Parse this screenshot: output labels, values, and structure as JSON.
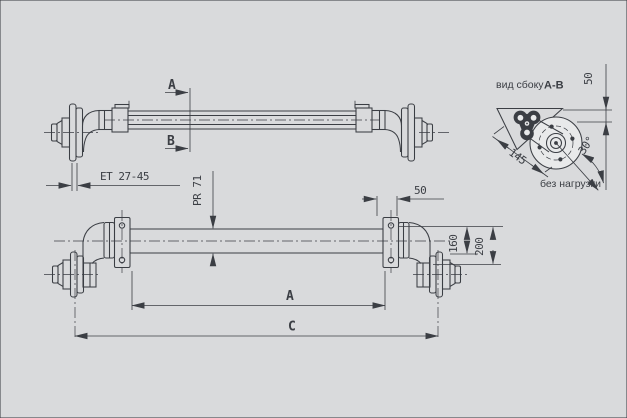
{
  "drawing": {
    "background_color": "#e8e9ea",
    "line_color": "#3b3e44",
    "top_view": {
      "section_label_a": "A",
      "section_label_b": "B",
      "wheel_offset_dim": "ET 27-45"
    },
    "front_view": {
      "tube_profile_dim": "PR 71",
      "plate_width_dim": "50",
      "height_dim_160": "160",
      "height_dim_200": "200",
      "mount_span_label": "A",
      "overall_span_label": "C"
    },
    "side_view": {
      "title": "вид сбоку",
      "title_section": "A-B",
      "drop_height_dim": "50",
      "arm_angle_dim": "30°",
      "arm_length_dim": "145",
      "load_note": "без нагрузки"
    }
  }
}
